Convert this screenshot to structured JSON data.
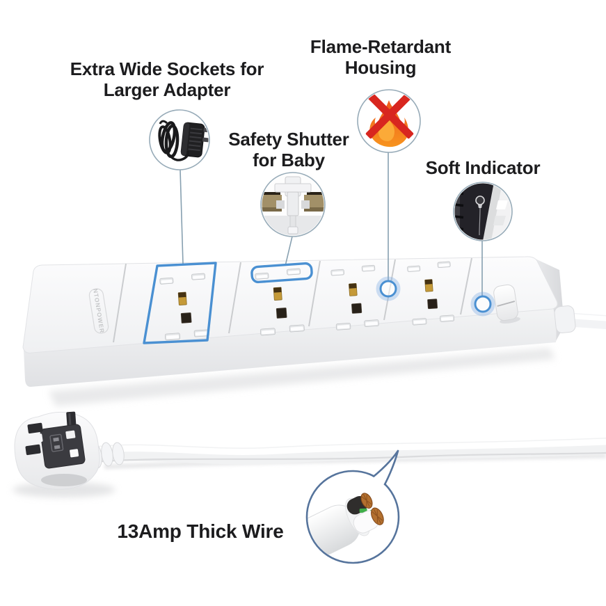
{
  "meta": {
    "description": "Power strip product feature callout image"
  },
  "brand": {
    "logo_text": "NTONPOWER"
  },
  "callouts": {
    "extra_wide_sockets": {
      "label": "Extra Wide Sockets for\nLarger Adapter",
      "icon": "power-adapter-icon"
    },
    "safety_shutter": {
      "label": "Safety Shutter\nfor Baby",
      "icon": "socket-shutter-cutaway-icon"
    },
    "flame_retardant": {
      "label": "Flame-Retardant\nHousing",
      "icon": "no-flame-icon"
    },
    "soft_indicator": {
      "label": "Soft Indicator",
      "icon": "indicator-bulb-icon"
    },
    "thick_wire": {
      "label": "13Amp Thick Wire",
      "icon": "wire-cross-section-icon"
    }
  },
  "product": {
    "socket_count": 4,
    "switch_count": 1,
    "plug_style": "UK 3-pin"
  },
  "colors": {
    "background": "#ffffff",
    "text": "#1c1c1e",
    "highlight_blue": "#4a90d2",
    "callout_line": "#87a0b0",
    "bubble_border": "#97abb8",
    "wire_bubble_border": "#56749c",
    "flame_orange": "#f26d1f",
    "flame_inner": "#fbaa38",
    "cross_red": "#d8261f",
    "copper": "#b3702f",
    "wire_green": "#3fae49"
  }
}
